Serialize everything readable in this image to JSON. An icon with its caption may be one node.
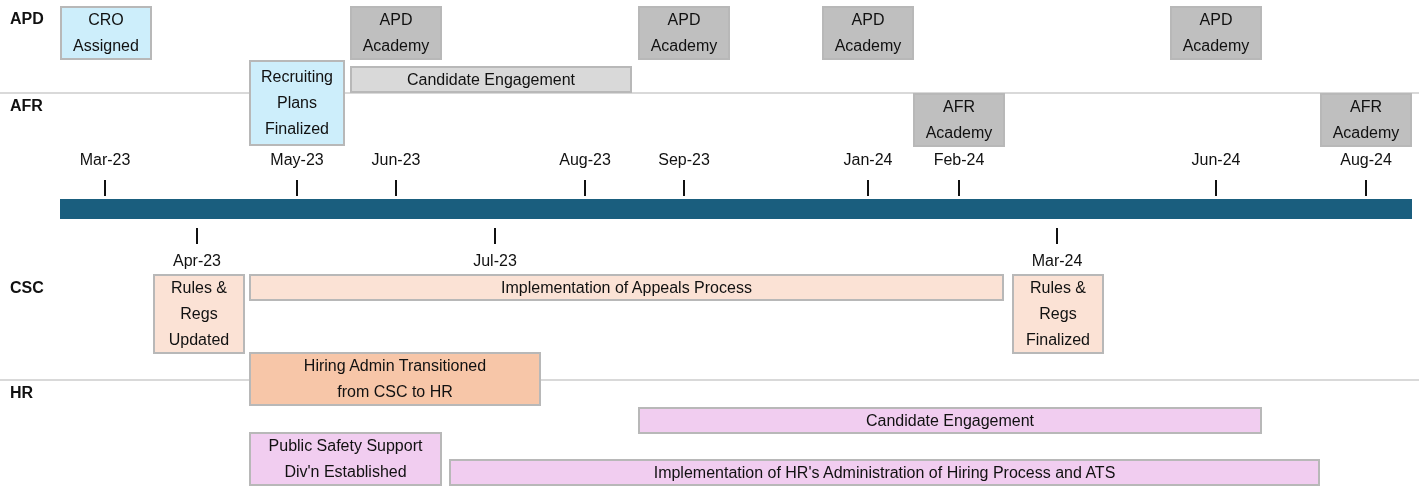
{
  "diagram": {
    "nodes": [
      {
        "text": [
          "CRO Assigned"
        ]
      },
      {
        "text": [
          "APD Academy"
        ]
      },
      {
        "text": [
          "APD Academy"
        ]
      },
      {
        "text": [
          "APD Academy"
        ]
      },
      {
        "text": [
          "APD Academy"
        ]
      },
      {
        "text": [
          "Recruiting Plans Finalized"
        ]
      },
      {
        "text": [
          "Candidate Engagement"
        ]
      },
      {
        "text": [
          "AFR Academy"
        ]
      },
      {
        "text": [
          "AFR Academy"
        ]
      },
      {
        "text": [],
        "shape": "bar"
      },
      {
        "text": [
          "Rules & Regs Updated"
        ]
      },
      {
        "text": [
          "Implementation of Appeals Process"
        ]
      },
      {
        "text": [
          "Rules & Regs Finalized"
        ]
      },
      {
        "text": [
          "Hiring Admin Transitioned from CSC to HR"
        ]
      },
      {
        "text": [
          "Candidate Engagement"
        ]
      },
      {
        "text": [
          "Public Safety Support Div'n Established"
        ]
      },
      {
        "text": [
          "Implementation of HR's Administration of Hiring Process and ATS"
        ]
      }
    ],
    "labels": [
      "APD",
      "AFR",
      "Mar-23",
      "May-23",
      "Jun-23",
      "Aug-23",
      "Sep-23",
      "Jan-24",
      "Feb-24",
      "Jun-24",
      "Aug-24",
      "Apr-23",
      "Jul-23",
      "Mar-24",
      "CSC",
      "HR"
    ]
  }
}
